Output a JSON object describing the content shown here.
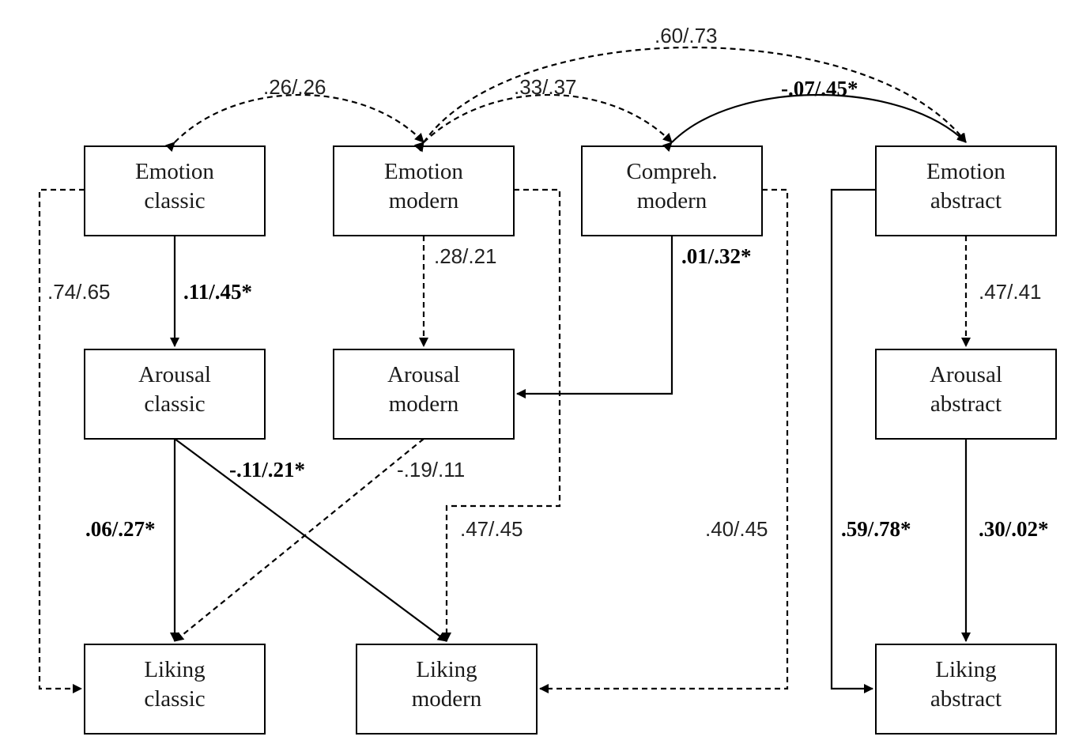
{
  "nodes": {
    "emotion_classic": {
      "line1": "Emotion",
      "line2": "classic"
    },
    "emotion_modern": {
      "line1": "Emotion",
      "line2": "modern"
    },
    "compreh_modern": {
      "line1": "Compreh.",
      "line2": "modern"
    },
    "emotion_abstract": {
      "line1": "Emotion",
      "line2": "abstract"
    },
    "arousal_classic": {
      "line1": "Arousal",
      "line2": "classic"
    },
    "arousal_modern": {
      "line1": "Arousal",
      "line2": "modern"
    },
    "arousal_abstract": {
      "line1": "Arousal",
      "line2": "abstract"
    },
    "liking_classic": {
      "line1": "Liking",
      "line2": "classic"
    },
    "liking_modern": {
      "line1": "Liking",
      "line2": "modern"
    },
    "liking_abstract": {
      "line1": "Liking",
      "line2": "abstract"
    }
  },
  "edges": {
    "emotion_modern_to_emotion_abstract": {
      "label": ".60/.73",
      "significant": false
    },
    "emotion_classic_to_emotion_modern": {
      "label": ".26/.26",
      "significant": false
    },
    "emotion_modern_to_compreh_modern": {
      "label": ".33/.37",
      "significant": false
    },
    "compreh_modern_to_emotion_abstract": {
      "label": "-.07/.45*",
      "significant": true
    },
    "emotion_classic_to_liking_classic": {
      "label": ".74/.65",
      "significant": false
    },
    "emotion_classic_to_arousal_classic": {
      "label": ".11/.45*",
      "significant": true
    },
    "emotion_modern_to_arousal_modern": {
      "label": ".28/.21",
      "significant": false
    },
    "compreh_modern_to_arousal_modern": {
      "label": ".01/.32*",
      "significant": true
    },
    "emotion_abstract_to_arousal_abstract": {
      "label": ".47/.41",
      "significant": false
    },
    "arousal_classic_to_liking_modern": {
      "label": "-.11/.21*",
      "significant": true
    },
    "arousal_modern_to_liking_classic": {
      "label": "-.19/.11",
      "significant": false
    },
    "arousal_classic_to_liking_classic": {
      "label": ".06/.27*",
      "significant": true
    },
    "emotion_modern_to_liking_modern": {
      "label": ".47/.45",
      "significant": false
    },
    "compreh_modern_to_liking_modern": {
      "label": ".40/.45",
      "significant": false
    },
    "emotion_abstract_to_liking_abstract": {
      "label": ".59/.78*",
      "significant": true
    },
    "arousal_abstract_to_liking_abstract": {
      "label": ".30/.02*",
      "significant": true
    }
  },
  "colors": {
    "stroke": "#000000",
    "text": "#1a1a1a",
    "background": "#ffffff"
  }
}
